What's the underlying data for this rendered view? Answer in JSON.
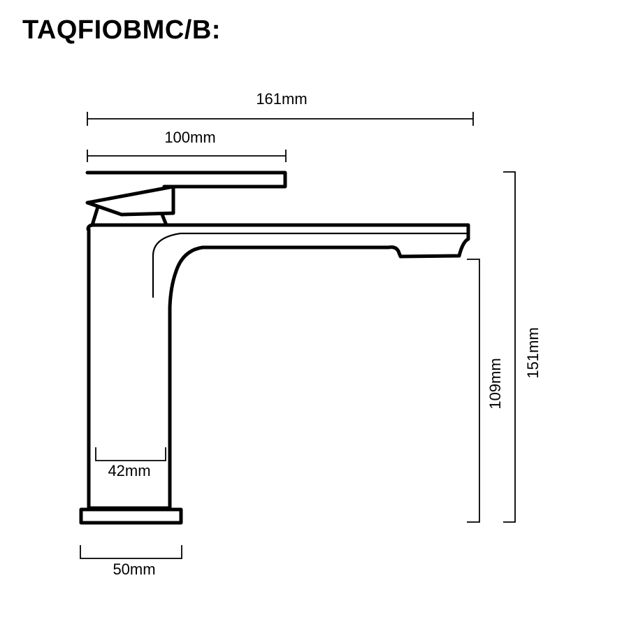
{
  "title": "TAQFIOBMC/B:",
  "colors": {
    "line": "#000000",
    "background": "#ffffff"
  },
  "dimensions": {
    "overall_width": "161mm",
    "handle_length": "100mm",
    "overall_height": "151mm",
    "spout_height": "109mm",
    "body_width": "42mm",
    "base_width": "50mm"
  }
}
